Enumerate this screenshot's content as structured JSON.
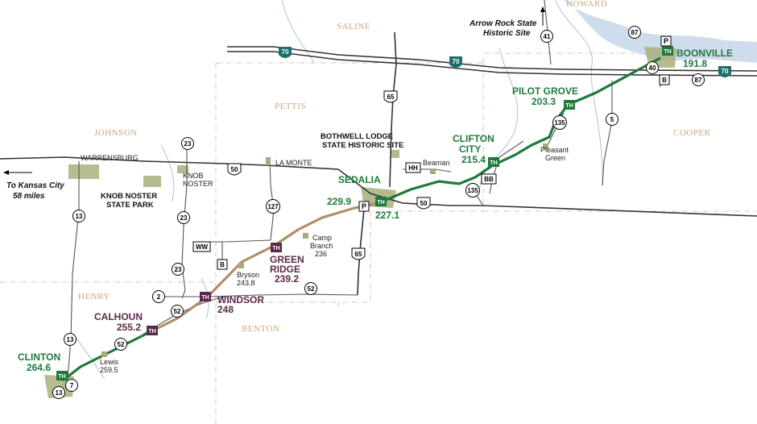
{
  "counties": {
    "saline": "SALINE",
    "howard": "HOWARD",
    "johnson": "JOHNSON",
    "pettis": "PETTIS",
    "cooper": "COOPER",
    "henry": "HENRY",
    "benton": "BENTON"
  },
  "trailheads": {
    "boonville": {
      "name": "BOONVILLE",
      "mile": "191.8"
    },
    "pilot_grove": {
      "name": "PILOT GROVE",
      "mile": "203.3"
    },
    "clifton_city": {
      "name1": "CLIFTON",
      "name2": "CITY",
      "mile": "215.4"
    },
    "sedalia": {
      "name": "SEDALIA",
      "mile_west": "229.9",
      "mile_east": "227.1"
    },
    "green_ridge": {
      "name1": "GREEN",
      "name2": "RIDGE",
      "mile": "239.2"
    },
    "windsor": {
      "name": "WINDSOR",
      "mile": "248"
    },
    "calhoun": {
      "name": "CALHOUN",
      "mile": "255.2"
    },
    "clinton": {
      "name": "CLINTON",
      "mile": "264.6"
    }
  },
  "stops": {
    "pleasant_green": {
      "name1": "Pleasant",
      "name2": "Green"
    },
    "beaman": "Beaman",
    "camp_branch": {
      "name1": "Camp",
      "name2": "Branch",
      "mile": "236"
    },
    "bryson": {
      "name": "Bryson",
      "mile": "243.8"
    },
    "lewis": {
      "name": "Lewis",
      "mile": "259.5"
    }
  },
  "places": {
    "warrensburg": "WARRENSBURG",
    "knob_noster1": "KNOB",
    "knob_noster2": "NOSTER",
    "knob_noster_park1": "KNOB NOSTER",
    "knob_noster_park2": "STATE PARK",
    "la_monte": "LA MONTE",
    "bothwell1": "BOTHWELL LODGE",
    "bothwell2": "STATE HISTORIC SITE"
  },
  "notes": {
    "kansas_city1": "To Kansas City",
    "kansas_city2": "58 miles",
    "arrow_rock1": "Arrow Rock State",
    "arrow_rock2": "Historic Site"
  },
  "icons": {
    "trailhead": "TH",
    "parking": "P"
  },
  "roads": {
    "i70": "70",
    "us65": "65",
    "us50": "50",
    "r13": "13",
    "r23": "23",
    "r127": "127",
    "r52": "52",
    "r2": "2",
    "r7": "7",
    "r135": "135",
    "r5": "5",
    "r40": "40",
    "r41": "41",
    "r87": "87",
    "ww": "WW",
    "b": "B",
    "hh": "HH",
    "bb": "BB"
  },
  "colors": {
    "trail_green": "#1e7a3c",
    "trail_tan": "#b08e6a",
    "trailhead_purple": "#5a2a4a",
    "town_fill": "#aab07c",
    "interstate": "#1e6e6e",
    "water": "#cfdcec",
    "county_label": "#c9a77a"
  }
}
